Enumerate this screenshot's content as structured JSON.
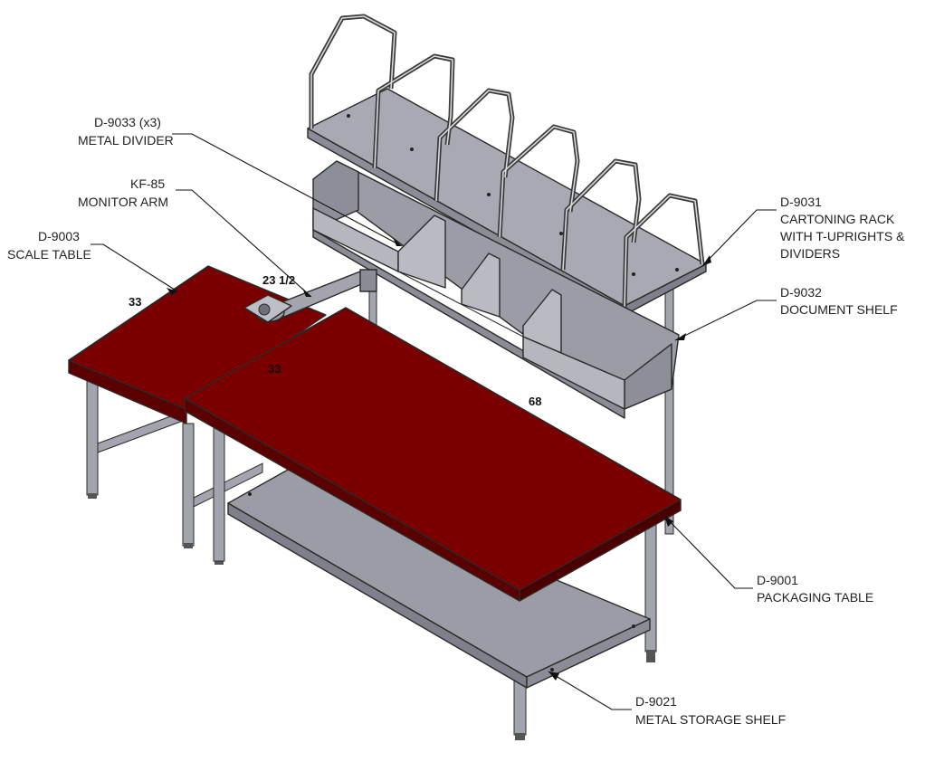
{
  "callouts": {
    "metal_divider": {
      "part": "D-9033 (x3)",
      "desc": "METAL DIVIDER"
    },
    "monitor_arm": {
      "part": "KF-85",
      "desc": "MONITOR ARM"
    },
    "scale_table": {
      "part": "D-9003",
      "desc": "SCALE TABLE"
    },
    "cartoning_rack": {
      "part": "D-9031",
      "desc_lines": [
        "CARTONING RACK",
        "WITH T-UPRIGHTS &",
        "DIVIDERS"
      ]
    },
    "document_shelf": {
      "part": "D-9032",
      "desc": "DOCUMENT SHELF"
    },
    "packaging_table": {
      "part": "D-9001",
      "desc": "PACKAGING TABLE"
    },
    "storage_shelf": {
      "part": "D-9021",
      "desc": "METAL STORAGE SHELF"
    }
  },
  "dimensions": {
    "scale_width": "33",
    "arm_length": "23 1/2",
    "pack_depth": "33",
    "pack_length": "68"
  },
  "colors": {
    "tabletop": "#7a0000",
    "tabletop_edge": "#5a0000",
    "steel": "#a2a5ae",
    "steel_dark": "#7e818b",
    "steel_light": "#c6c8ce",
    "outline": "#2a2a2a"
  }
}
